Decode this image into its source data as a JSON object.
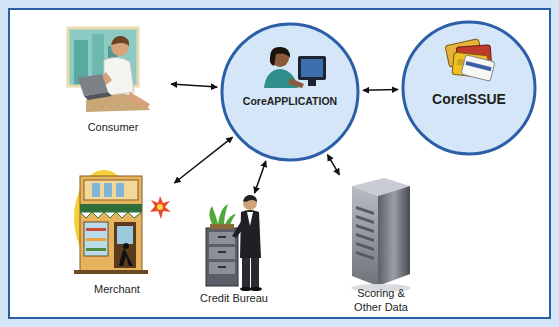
{
  "diagram": {
    "nodes": [
      {
        "text": [
          "Consumer"
        ]
      },
      {
        "text": [
          "CoreAPPLICATION"
        ]
      },
      {
        "text": [
          "CoreISSUE"
        ]
      },
      {
        "text": [
          "Merchant"
        ]
      },
      {
        "text": [
          "Credit Bureau"
        ]
      },
      {
        "text": [
          "Scoring & Other Data"
        ]
      }
    ],
    "edges": [
      {
        "from": 0,
        "to": 1,
        "arrow": "both"
      },
      {
        "from": 1,
        "to": 2,
        "arrow": "both"
      },
      {
        "from": 3,
        "to": 1,
        "arrow": "both"
      },
      {
        "from": 4,
        "to": 1,
        "arrow": "both"
      },
      {
        "from": 5,
        "to": 1,
        "arrow": "both"
      }
    ]
  }
}
